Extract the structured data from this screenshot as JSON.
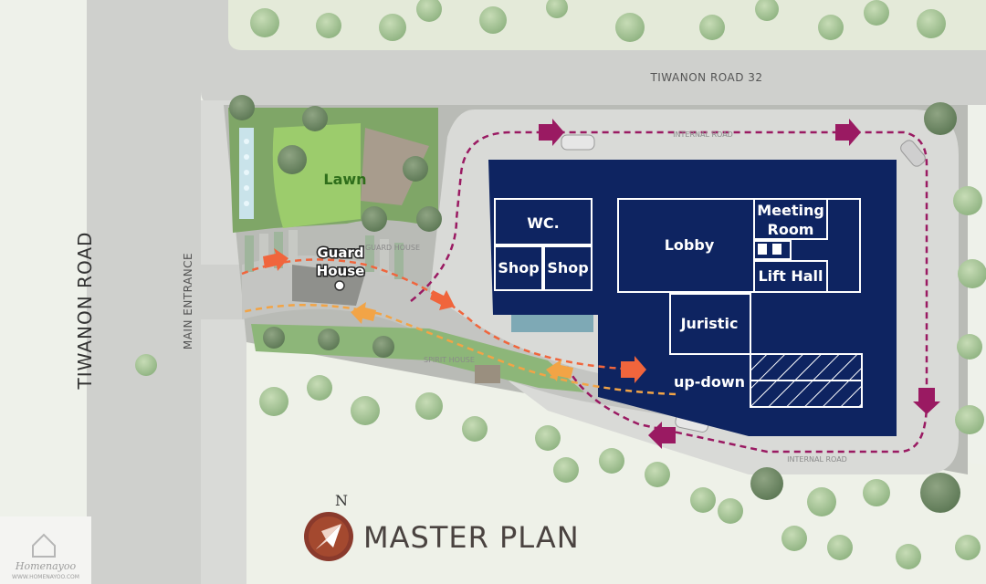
{
  "roads": {
    "top": "TIWANON ROAD 32",
    "left": "TIWANON ROAD",
    "entrance": "MAIN ENTRANCE",
    "internal_top": "INTERNAL ROAD",
    "internal_bottom": "INTERNAL ROAD"
  },
  "zones": {
    "lawn": "Lawn",
    "guard_house_line1": "Guard",
    "guard_house_line2": "House",
    "guard_house_small": "GUARD HOUSE",
    "spirit_house": "SPIRIT HOUSE"
  },
  "building": {
    "wc": "WC.",
    "shop1": "Shop",
    "shop2": "Shop",
    "lobby": "Lobby",
    "meeting_line1": "Meeting",
    "meeting_line2": "Room",
    "lift_hall": "Lift Hall",
    "juristic": "Juristic",
    "up_down": "up-down"
  },
  "compass": {
    "north": "N"
  },
  "title": "MASTER PLAN",
  "watermark": {
    "brand": "Homenayoo",
    "url": "WWW.HOMENAYOO.COM"
  },
  "colors": {
    "building": "#0e2461",
    "inbound_route": "#f0653c",
    "outbound_route": "#f2a446",
    "internal_route": "#9a1a62",
    "lawn": "#84b655",
    "road": "#cfd0cd"
  }
}
